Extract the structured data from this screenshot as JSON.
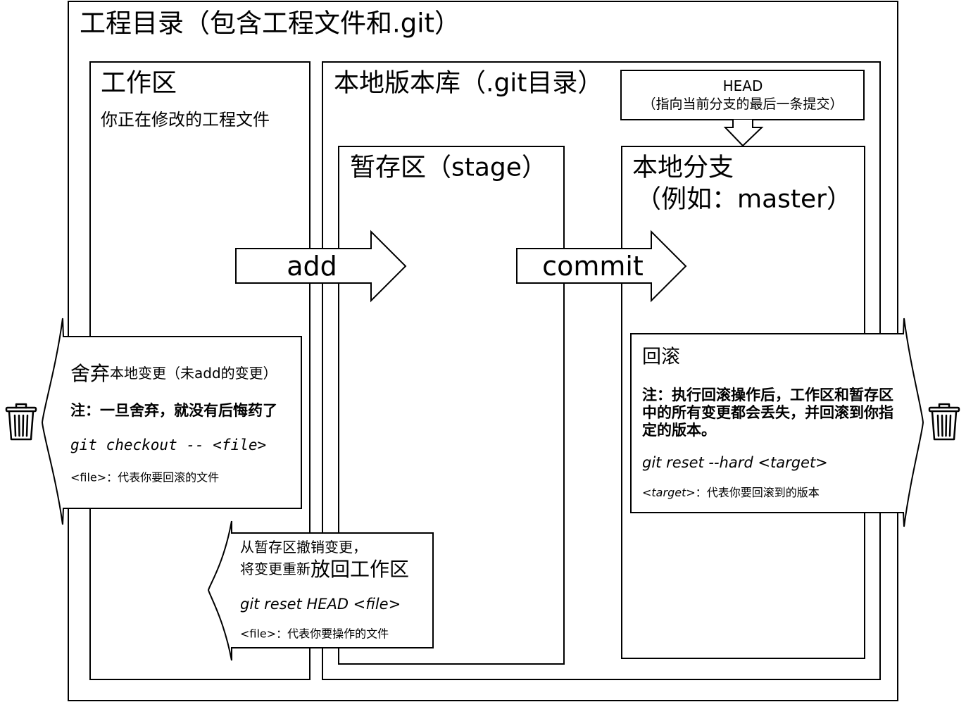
{
  "colors": {
    "line": "#000000",
    "fill": "#ffffff",
    "text": "#000000"
  },
  "project": {
    "title": "工程目录（包含工程文件和.git）"
  },
  "workspace": {
    "title": "工作区",
    "subtitle": "你正在修改的工程文件"
  },
  "local_repo": {
    "title": "本地版本库（.git目录）"
  },
  "head": {
    "label": "HEAD",
    "description": "（指向当前分支的最后一条提交）"
  },
  "stage": {
    "title": "暂存区（stage）"
  },
  "local_branch": {
    "title": "本地分支",
    "example": "（例如：master）"
  },
  "add_arrow": {
    "label": "add"
  },
  "commit_arrow": {
    "label": "commit"
  },
  "discard": {
    "title_big": "舍弃",
    "title_small": "本地变更（未add的变更）",
    "note": "注：一旦舍弃，就没有后悔药了",
    "command": "git checkout -- <file>",
    "legend": "<file>：代表你要回滚的文件"
  },
  "rollback": {
    "title": "回滚",
    "note_lines": [
      "注：执行回滚操作后，工作区和暂存区",
      "中的所有变更都会丢失，并回滚到你指",
      "定的版本。"
    ],
    "command": "git reset --hard <target>",
    "legend_term": "<target>",
    "legend_text": "：代表你要回滚到的版本"
  },
  "unstage": {
    "line1": "从暂存区撤销变更，",
    "line2_small": "将变更重新",
    "line2_big": "放回工作区",
    "command": "git reset HEAD <file>",
    "legend": "<file>：代表你要操作的文件"
  },
  "icons": {
    "discard_target": "trash-icon",
    "rollback_target": "trash-icon"
  }
}
